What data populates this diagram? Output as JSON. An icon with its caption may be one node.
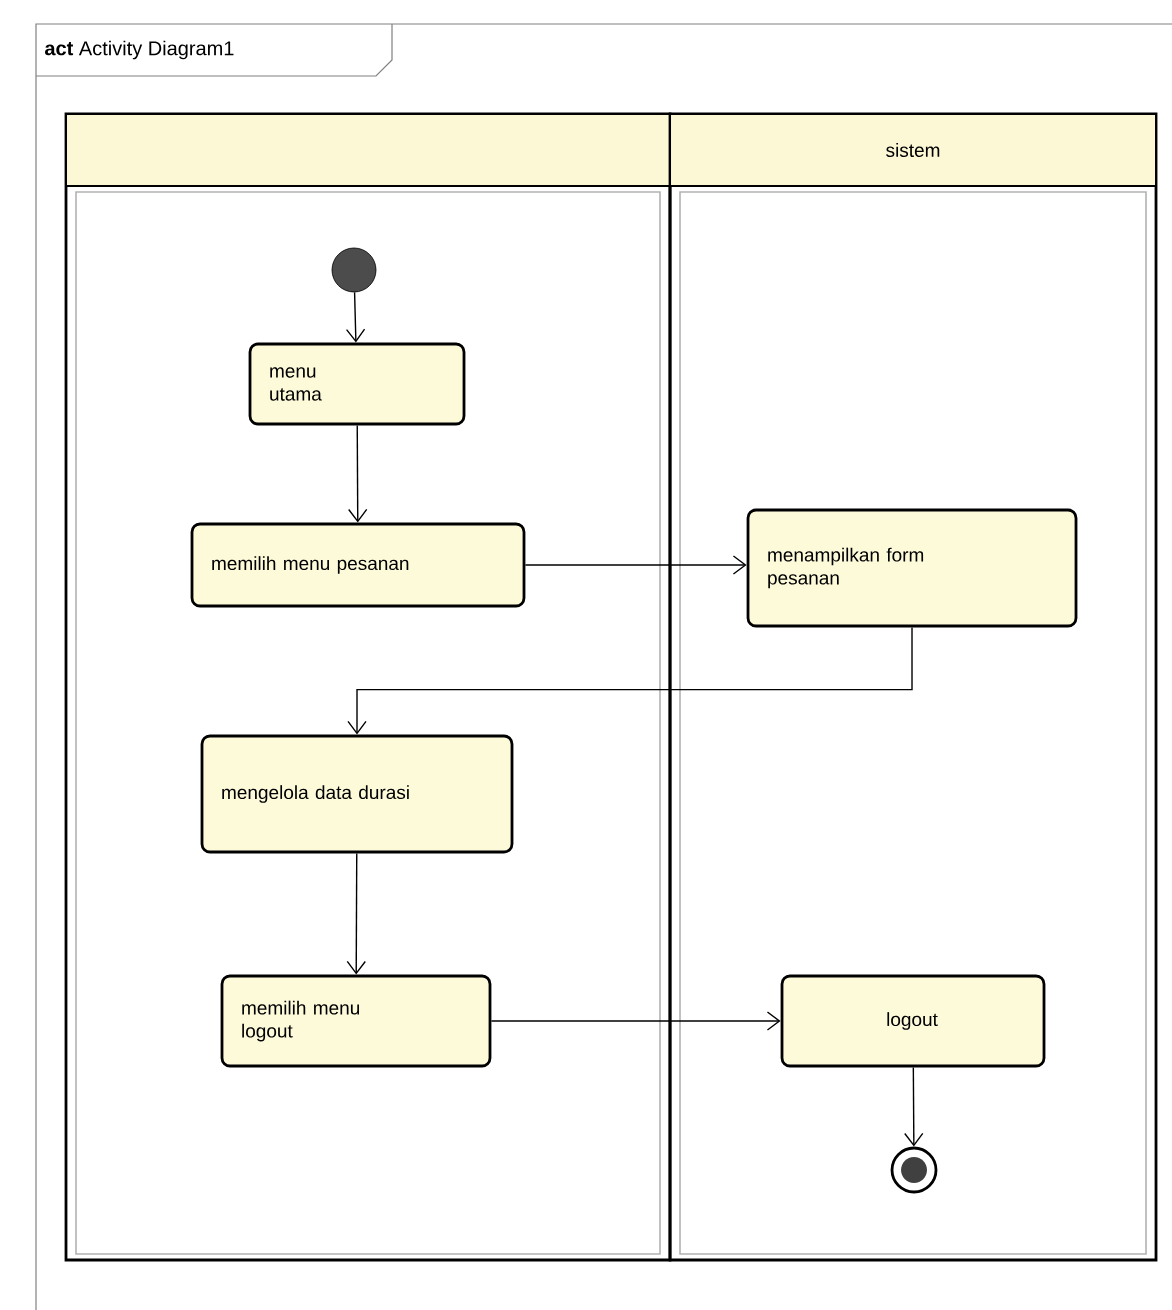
{
  "diagram": {
    "title": "**act** Activity Diagram1",
    "nodes": [
      {
        "text": [],
        "shape": "box"
      },
      {
        "text": [
          "sistem"
        ]
      },
      {
        "text": [],
        "shape": "circle",
        "in": 0
      },
      {
        "text": [
          "menu utama"
        ],
        "in": 0
      },
      {
        "text": [
          "memilih menu pesanan"
        ],
        "in": 0
      },
      {
        "text": [
          "menampilkan form pesanan"
        ],
        "in": 1
      },
      {
        "text": [
          "mengelola data durasi"
        ],
        "in": 0
      },
      {
        "text": [
          "memilih menu logout"
        ],
        "in": 0
      },
      {
        "text": [
          "logout"
        ],
        "in": 1
      },
      {
        "text": [],
        "shape": "circle",
        "in": 1
      }
    ],
    "edges": [
      {
        "from": 2,
        "to": 3,
        "arrow": "to"
      },
      {
        "from": 3,
        "to": 4,
        "arrow": "to"
      },
      {
        "from": 4,
        "to": 5,
        "arrow": "to"
      },
      {
        "from": 5,
        "to": 6,
        "arrow": "to"
      },
      {
        "from": 6,
        "to": 7,
        "arrow": "to"
      },
      {
        "from": 7,
        "to": 8,
        "arrow": "to"
      },
      {
        "from": 8,
        "to": 9,
        "arrow": "to"
      }
    ]
  }
}
